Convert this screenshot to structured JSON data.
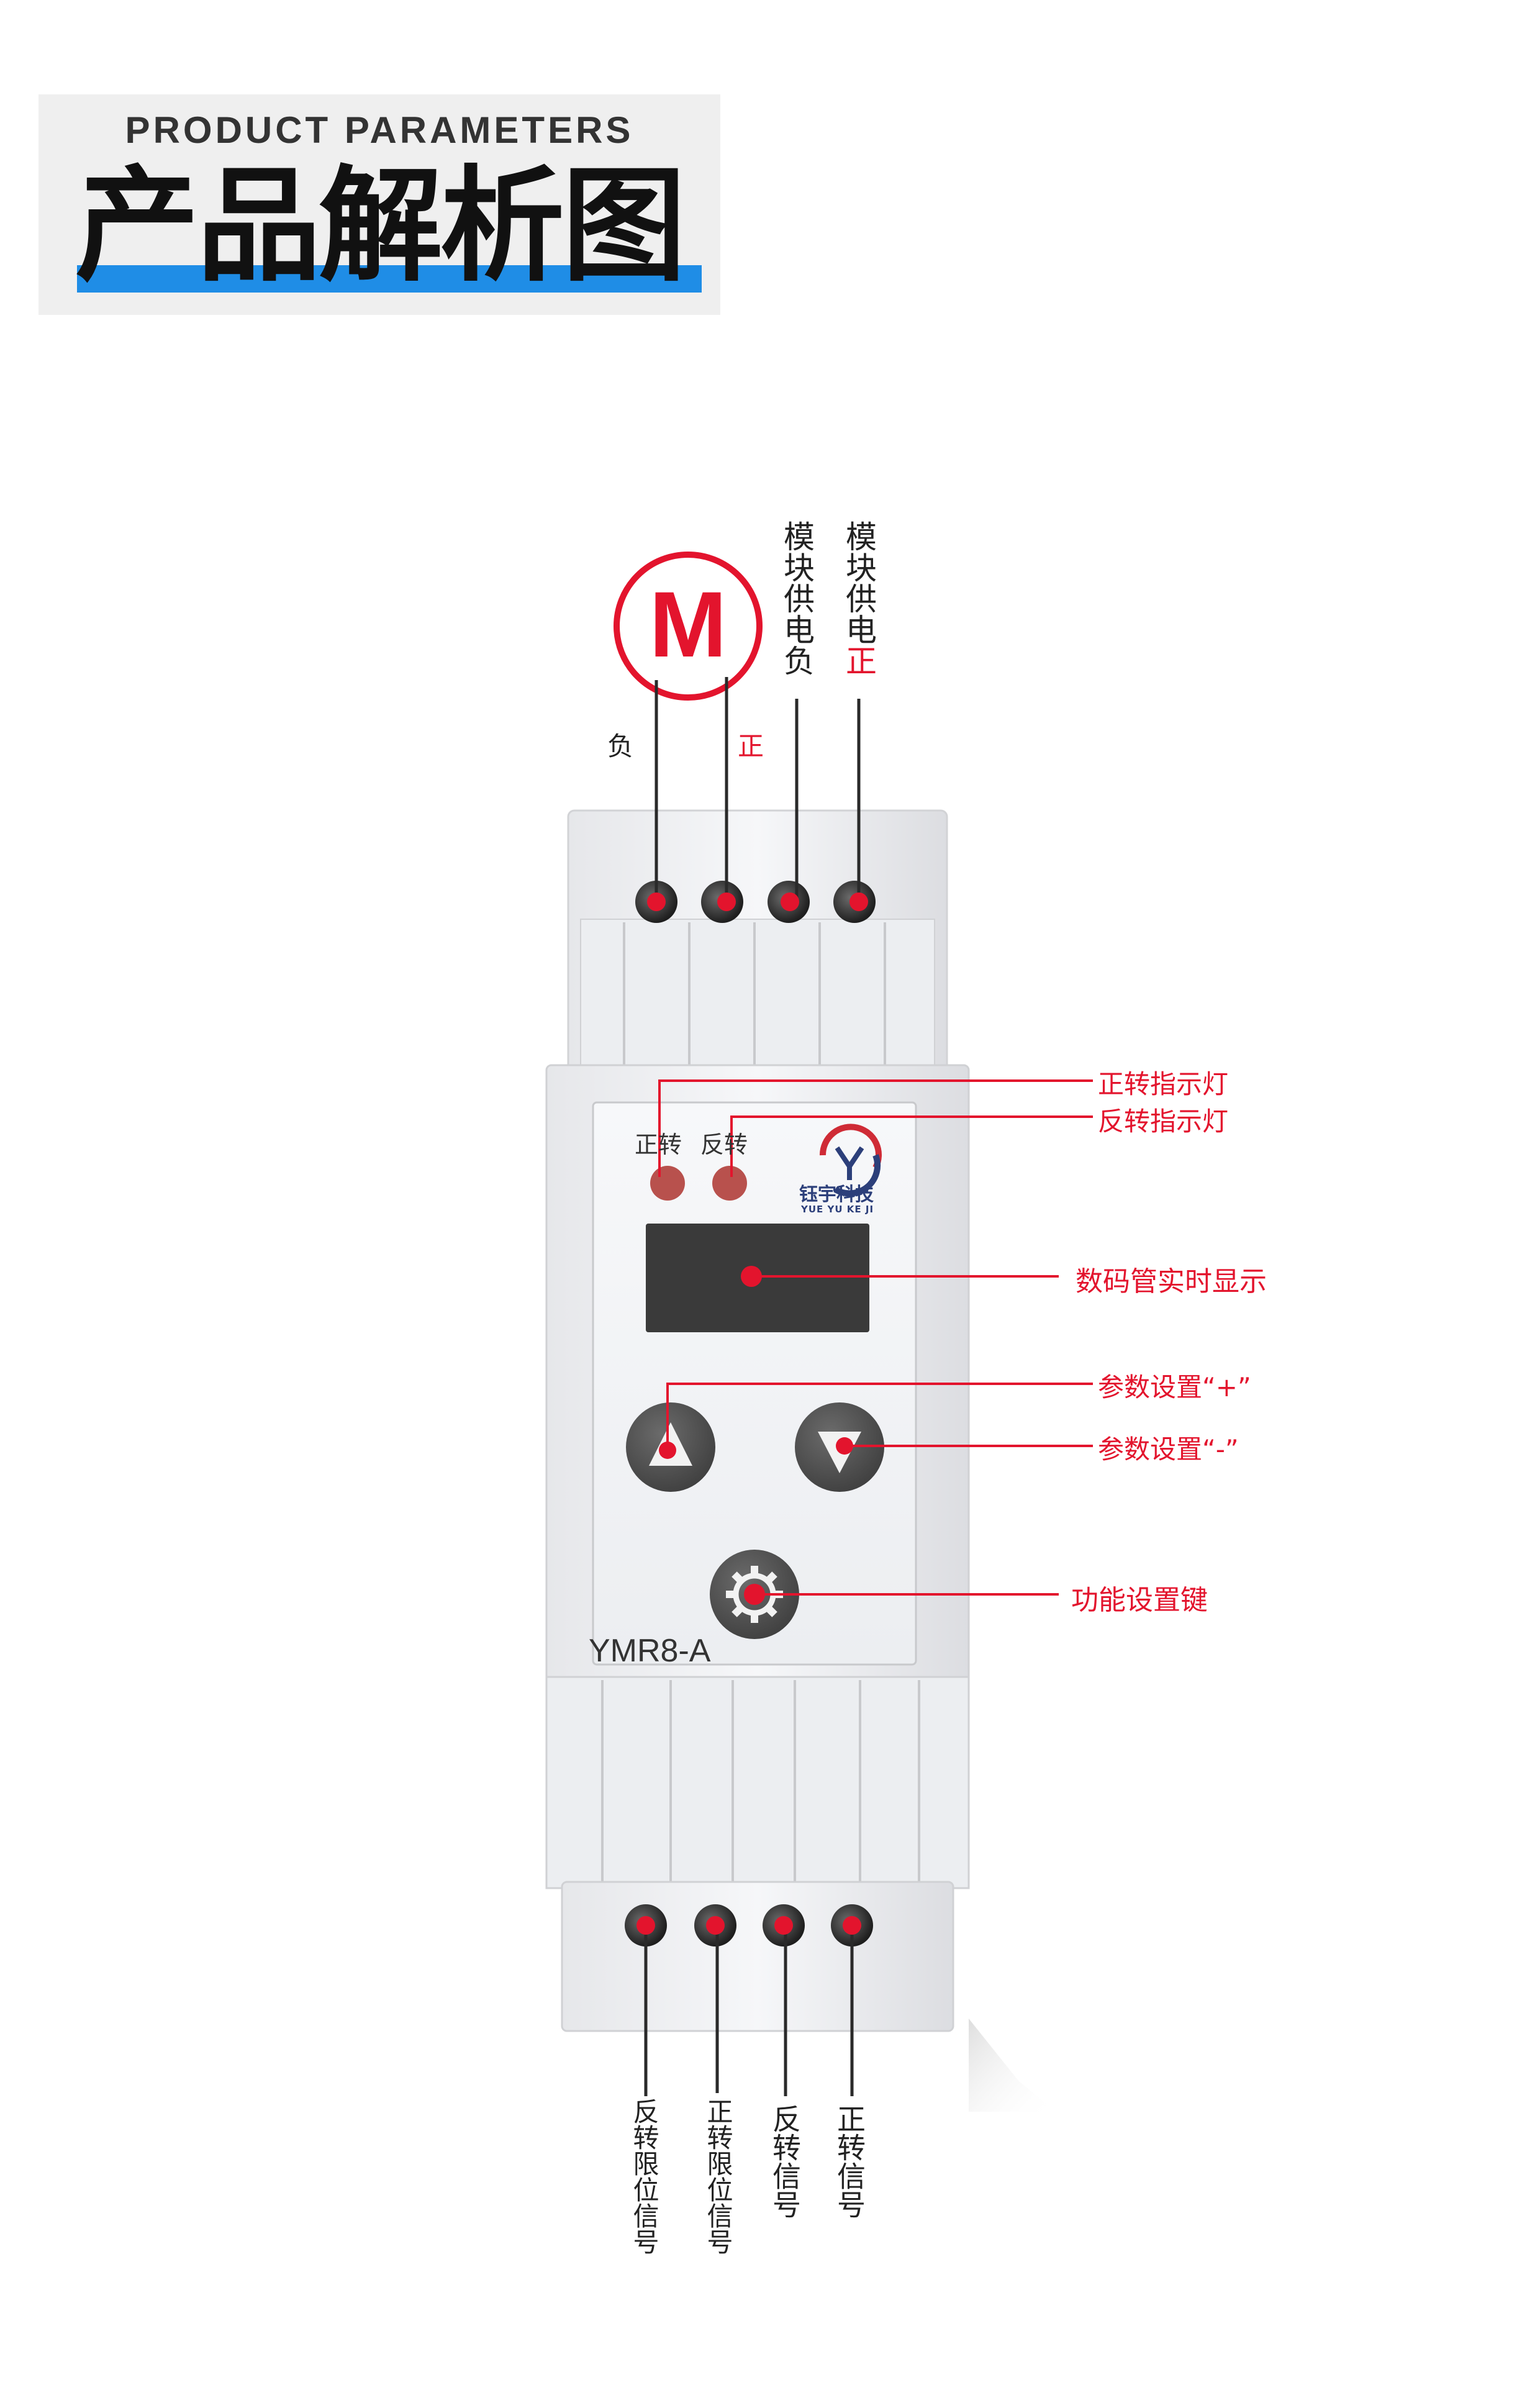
{
  "header": {
    "subtitle_en": "PRODUCT PARAMETERS",
    "title_cn": "产品解析图"
  },
  "motor": {
    "symbol": "M",
    "neg": "负",
    "pos": "正"
  },
  "top_labels": {
    "power_neg": "模块供电负",
    "power_pos_prefix": "模块供电",
    "power_pos_suffix": "正"
  },
  "device": {
    "indicator_forward": "正转",
    "indicator_reverse": "反转",
    "logo_text_cn": "钰宇科技",
    "logo_text_en": "YUE YU KE JI",
    "model": "YMR8-A"
  },
  "callouts": {
    "forward_indicator": "正转指示灯",
    "reverse_indicator": "反转指示灯",
    "display": "数码管实时显示",
    "param_plus": "参数设置“+”",
    "param_minus": "参数设置“-”",
    "function_key": "功能设置键"
  },
  "bottom_labels": {
    "reverse_limit": "反转限位信号",
    "forward_limit": "正转限位信号",
    "reverse_signal": "反转信号",
    "forward_signal": "正转信号"
  },
  "colors": {
    "accent_red": "#e3142d",
    "header_blue": "#1f8de6",
    "display_dark": "#3a3a3a",
    "button_gray": "#5a5a5a"
  }
}
